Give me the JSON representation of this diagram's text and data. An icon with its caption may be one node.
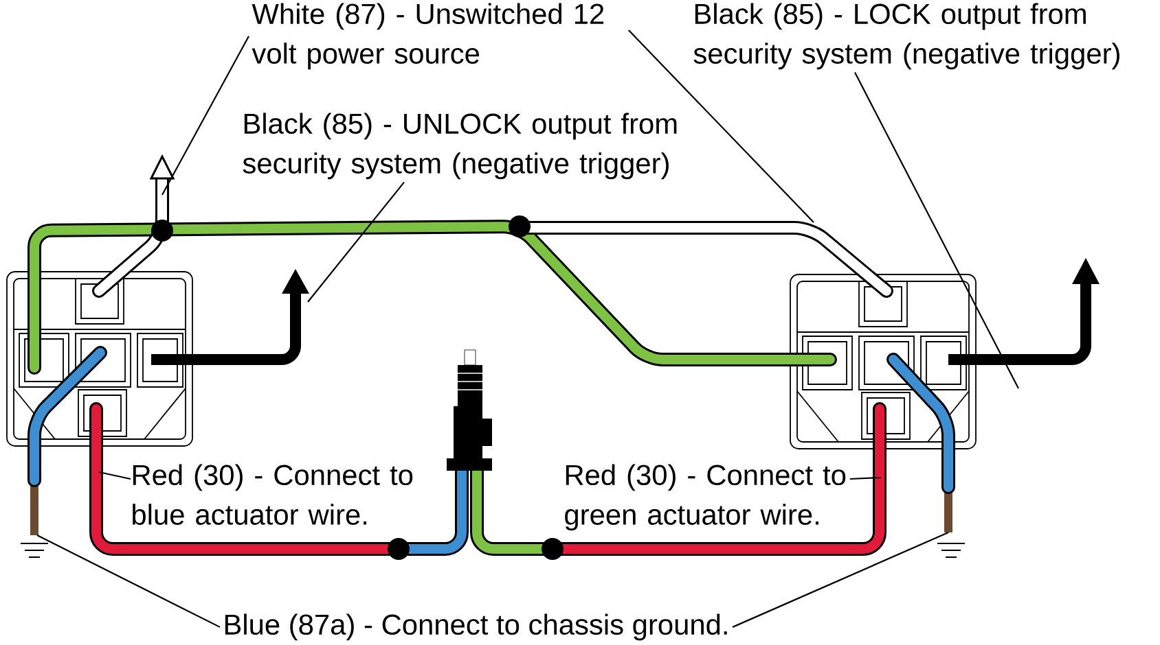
{
  "diagram": {
    "nodes": [
      {
        "text": [
          "White (87) - Unswitched 12 volt power source"
        ]
      },
      {
        "text": [
          "Black (85) - LOCK output from security system (negative trigger)"
        ]
      },
      {
        "text": [
          "Black (85) - UNLOCK output from security system (negative trigger)"
        ]
      },
      {
        "text": [
          "Red (30) - Connect to blue actuator wire."
        ]
      },
      {
        "text": [
          "Red (30) - Connect to green actuator wire."
        ]
      },
      {
        "text": [
          "Blue (87a) - Connect to chassis ground."
        ]
      }
    ],
    "edges": [
      {
        "from": 0,
        "to": null,
        "arrow": "none"
      },
      {
        "from": 0,
        "to": null,
        "arrow": "none"
      },
      {
        "from": 1,
        "to": null,
        "arrow": "none"
      },
      {
        "from": 2,
        "to": null,
        "arrow": "none"
      },
      {
        "from": 3,
        "to": null,
        "arrow": "none"
      },
      {
        "from": 4,
        "to": null,
        "arrow": "none"
      },
      {
        "from": 5,
        "to": null,
        "arrow": "none"
      },
      {
        "from": 5,
        "to": null,
        "arrow": "none"
      }
    ]
  }
}
